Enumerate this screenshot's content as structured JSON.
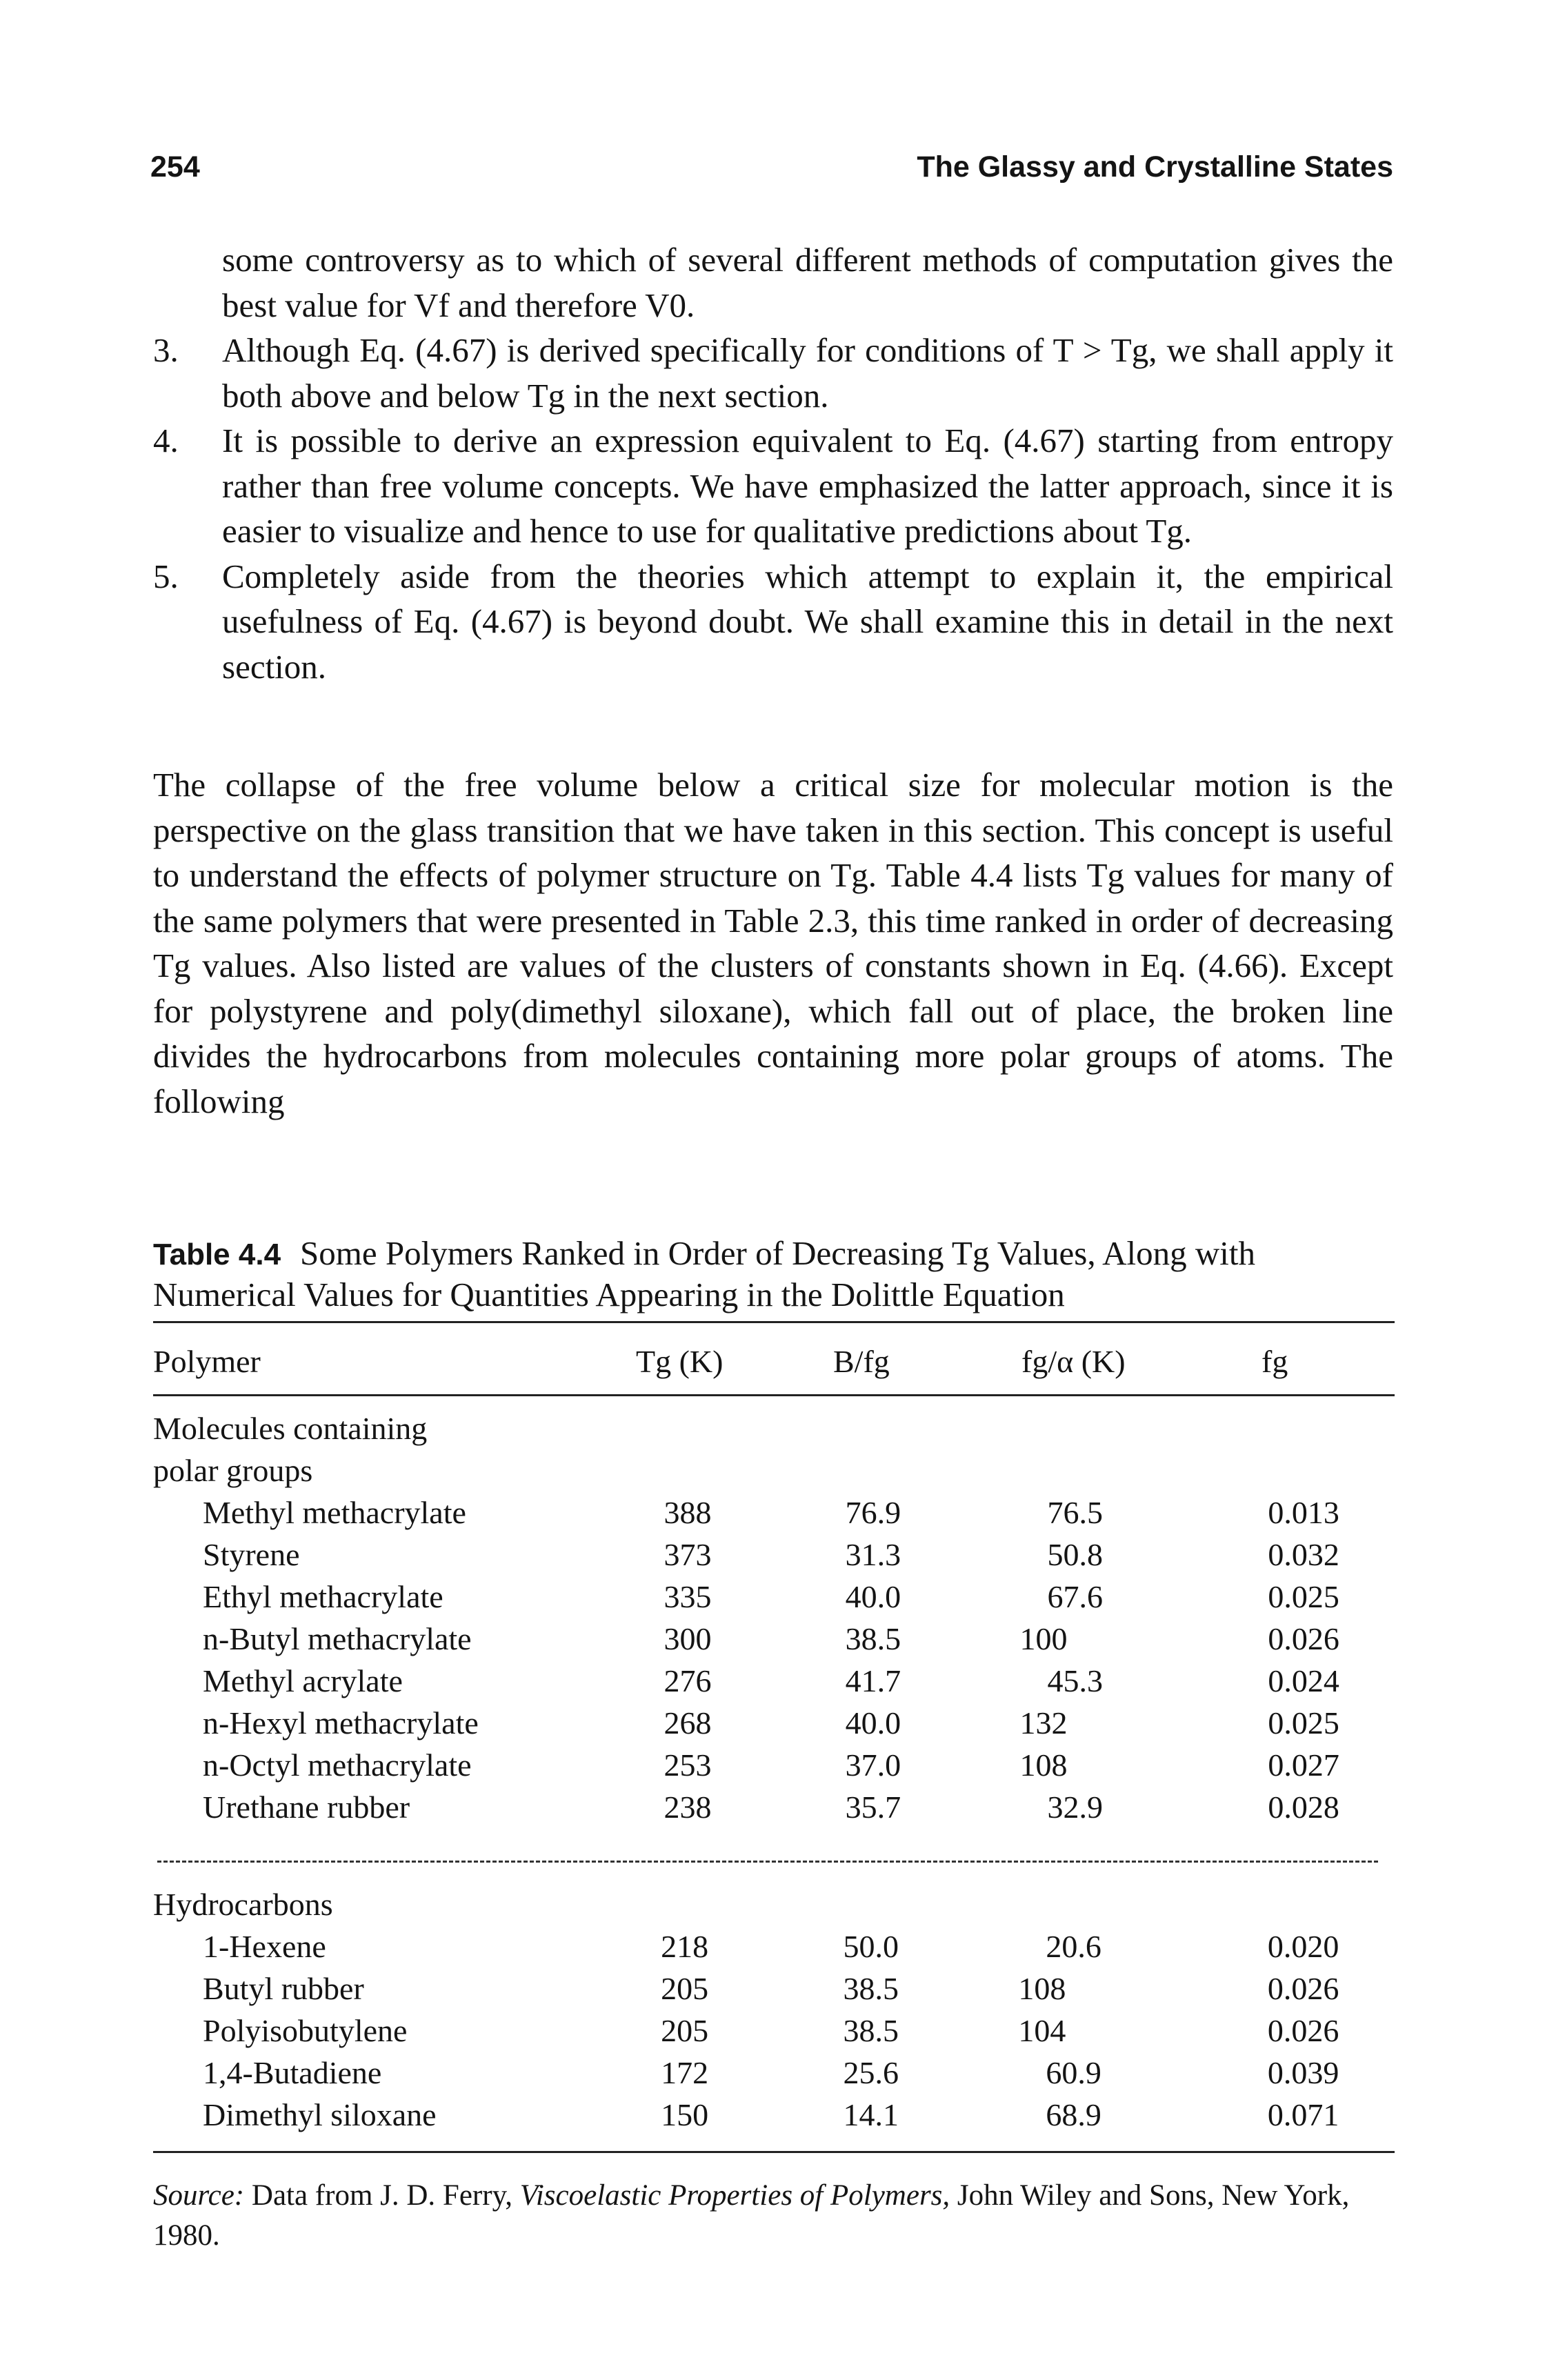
{
  "header": {
    "page_number": "254",
    "running_title": "The Glassy and Crystalline States"
  },
  "list": {
    "continuation": "some controversy as to which of several different methods of computation gives the best value for Vf and therefore V0.",
    "items": [
      {
        "number": "3.",
        "text": "Although Eq. (4.67) is derived specifically for conditions of T > Tg, we shall apply it both above and below Tg in the next section."
      },
      {
        "number": "4.",
        "text": "It is possible to derive an expression equivalent to Eq. (4.67) starting from entropy rather than free volume concepts. We have emphasized the latter approach, since it is easier to visualize and hence to use for qualitative predictions about Tg."
      },
      {
        "number": "5.",
        "text": "Completely aside from the theories which attempt to explain it, the empirical usefulness of Eq. (4.67) is beyond doubt. We shall examine this in detail in the next section."
      }
    ]
  },
  "paragraph": "The collapse of the free volume below a critical size for molecular motion is the perspective on the glass transition that we have taken in this section. This concept is useful to understand the effects of polymer structure on Tg. Table 4.4 lists Tg values for many of the same polymers that were presented in Table 2.3, this time ranked in order of decreasing Tg values. Also listed are values of the clusters of constants shown in Eq. (4.66). Except for polystyrene and poly(dimethyl siloxane), which fall out of place, the broken line divides the hydrocarbons from molecules containing more polar groups of atoms. The following",
  "table": {
    "label": "Table 4.4",
    "caption": "Some Polymers Ranked in Order of Decreasing Tg Values, Along with Numerical Values for Quantities Appearing in the Dolittle Equation",
    "headers": [
      "Polymer",
      "Tg (K)",
      "B/fg",
      "fg/α (K)",
      "fg"
    ],
    "group1_title_line1": "Molecules containing",
    "group1_title_line2": "polar groups",
    "group1_rows": [
      [
        "Methyl methacrylate",
        "388",
        "76.9",
        "76.5",
        "0.013"
      ],
      [
        "Styrene",
        "373",
        "31.3",
        "50.8",
        "0.032"
      ],
      [
        "Ethyl methacrylate",
        "335",
        "40.0",
        "67.6",
        "0.025"
      ],
      [
        "n-Butyl methacrylate",
        "300",
        "38.5",
        "100",
        "0.026"
      ],
      [
        "Methyl acrylate",
        "276",
        "41.7",
        "45.3",
        "0.024"
      ],
      [
        "n-Hexyl methacrylate",
        "268",
        "40.0",
        "132",
        "0.025"
      ],
      [
        "n-Octyl methacrylate",
        "253",
        "37.0",
        "108",
        "0.027"
      ],
      [
        "Urethane rubber",
        "238",
        "35.7",
        "32.9",
        "0.028"
      ]
    ],
    "group2_title": "Hydrocarbons",
    "group2_rows": [
      [
        "1-Hexene",
        "218",
        "50.0",
        "20.6",
        "0.020"
      ],
      [
        "Butyl rubber",
        "205",
        "38.5",
        "108",
        "0.026"
      ],
      [
        "Polyisobutylene",
        "205",
        "38.5",
        "104",
        "0.026"
      ],
      [
        "1,4-Butadiene",
        "172",
        "25.6",
        "60.9",
        "0.039"
      ],
      [
        "Dimethyl siloxane",
        "150",
        "14.1",
        "68.9",
        "0.071"
      ]
    ],
    "source_label": "Source:",
    "source_pre": "Data from J. D. Ferry,",
    "source_title": "Viscoelastic Properties of Polymers,",
    "source_post": "John Wiley and Sons, New York, 1980."
  }
}
